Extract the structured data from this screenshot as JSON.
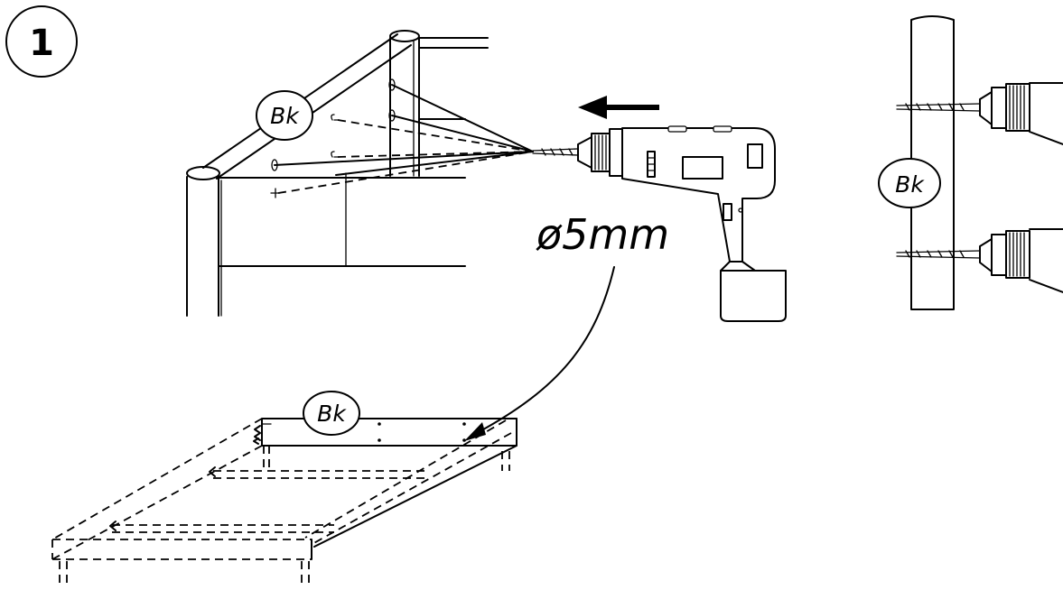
{
  "diagram": {
    "step_number": "1",
    "part_label": "Bk",
    "drill_size": "ø5mm",
    "icons": {
      "drill": "power-drill-icon",
      "direction": "arrow-left-icon",
      "drill_bit": "drill-bit-icon"
    }
  }
}
